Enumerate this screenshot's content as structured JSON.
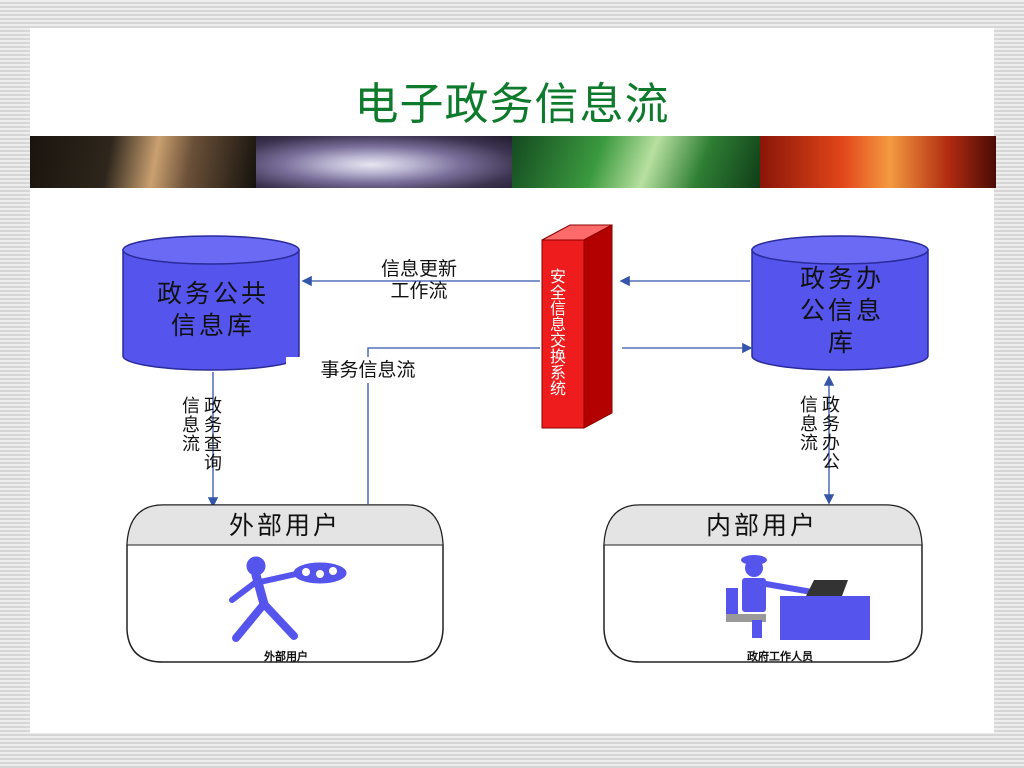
{
  "title": "电子政务信息流",
  "databases": {
    "public": "政务公共信息库",
    "public_lines": [
      "政务公共",
      "信息库"
    ],
    "office": "政务办公信息库",
    "office_lines": [
      "政务办",
      "公信息",
      "库"
    ]
  },
  "firewall": {
    "label": "安全信息交换系统"
  },
  "flows": {
    "update_lines": [
      "信息更新",
      "工作流"
    ],
    "affairs": "事务信息流",
    "query_lines": [
      "政务查询",
      "信息流"
    ],
    "office_lines": [
      "政务办公",
      "信息流"
    ]
  },
  "users": {
    "external": {
      "heading": "外部用户",
      "caption": "外部用户"
    },
    "internal": {
      "heading": "内部用户",
      "caption": "政府工作人员"
    }
  },
  "colors": {
    "title": "#0d7a2c",
    "cylinder": "#5555ee",
    "firewall": "#ee1c1c",
    "figure": "#5555ee"
  }
}
